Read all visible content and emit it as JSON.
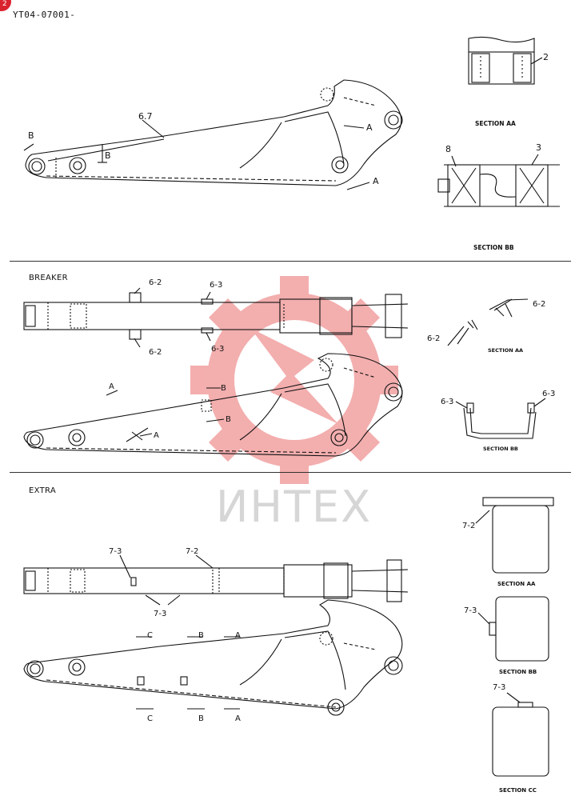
{
  "header": {
    "doc_code": "YT04-07001-",
    "corner_badge": "2"
  },
  "watermark": {
    "text": "ИНТЕХ",
    "logo_color": "#f2a0a0",
    "text_color": "#d6d6d6"
  },
  "sections": {
    "standard": {
      "labels": {
        "callout_67": "6.7",
        "arrow_a": "A",
        "arrow_b": "B"
      },
      "captions": {
        "aa": "SECTION AA",
        "bb": "SECTION BB"
      },
      "parts": {
        "p2": "2",
        "p3": "3",
        "p8": "8"
      }
    },
    "breaker": {
      "title": "BREAKER",
      "labels": {
        "p62": "6-2",
        "p63": "6-3",
        "arrow_a": "A",
        "arrow_b": "B"
      },
      "captions": {
        "aa": "SECTION AA",
        "bb": "SECTION BB"
      }
    },
    "extra": {
      "title": "EXTRA",
      "labels": {
        "p73": "7-3",
        "p72": "7-2",
        "arrow_a": "A",
        "arrow_b": "B",
        "arrow_c": "C"
      },
      "captions": {
        "aa": "SECTION AA",
        "bb": "SECTION BB",
        "cc": "SECTION CC"
      }
    }
  }
}
